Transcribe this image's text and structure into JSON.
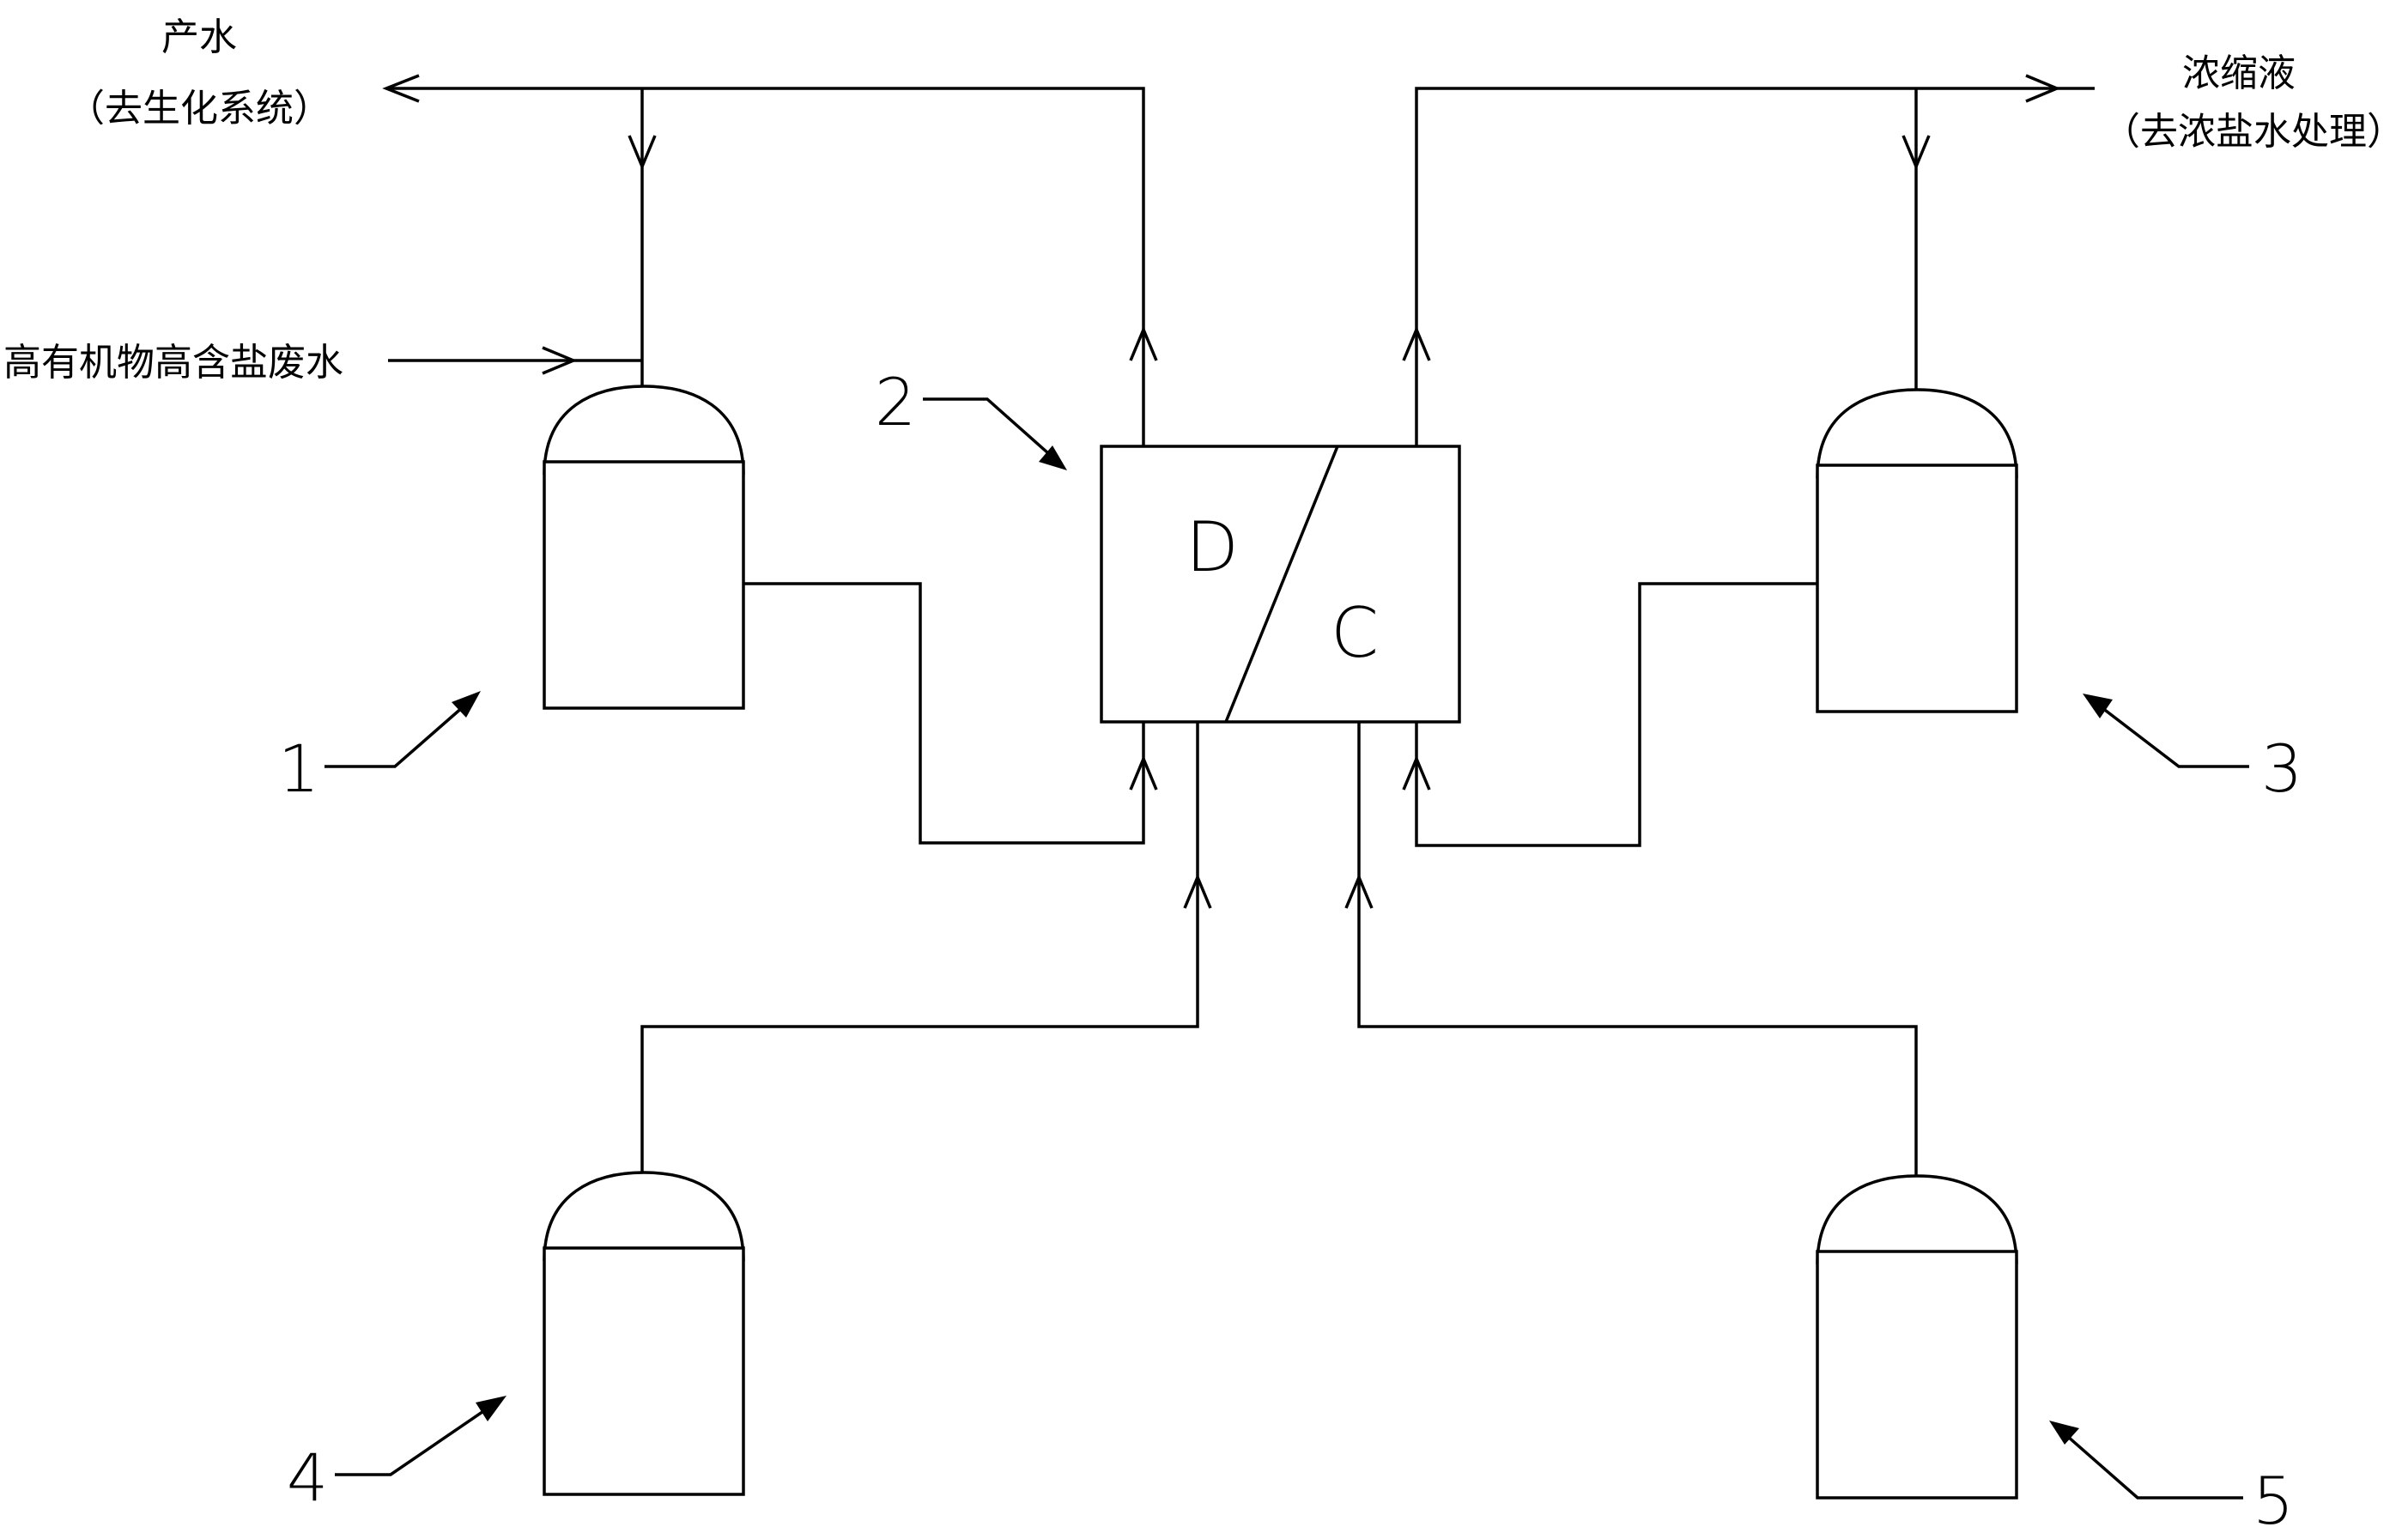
{
  "labels": {
    "product_water": "产水",
    "product_water_dest": "（去生化系统）",
    "concentrate": "浓缩液",
    "concentrate_dest": "（去浓盐水处理）",
    "feed": "高有机物高含盐废水"
  },
  "unit": {
    "dilute": "D",
    "concentrate": "C"
  },
  "callouts": {
    "n1": "1",
    "n2": "2",
    "n3": "3",
    "n4": "4",
    "n5": "5"
  }
}
